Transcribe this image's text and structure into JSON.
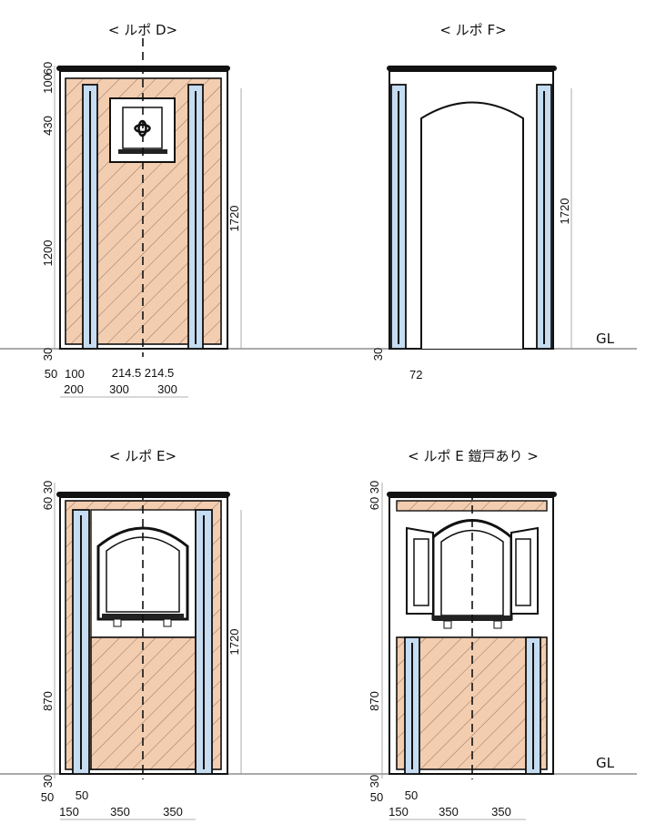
{
  "titles": {
    "d": "< ルポ D>",
    "f": "< ルポ F>",
    "e": "< ルポ E>",
    "e_shutter": "< ルポ E 鎧戸あり >"
  },
  "ground_label": "GL",
  "colors": {
    "panel": "#f3cdb0",
    "column": "#c5dcf1",
    "line": "#111111"
  },
  "dims_d": {
    "left": [
      "60",
      "100",
      "430",
      "1200",
      "30"
    ],
    "right": "1720",
    "bottom_row1": [
      "50",
      "100",
      "214.5",
      "214.5"
    ],
    "bottom_row2": [
      "200",
      "300",
      "300"
    ]
  },
  "dims_f": {
    "right": "1720",
    "left": "30",
    "bottom": "72"
  },
  "dims_e": {
    "left": [
      "30",
      "60",
      "870",
      "30"
    ],
    "right": "1720",
    "bottom_row1": [
      "50",
      "50"
    ],
    "bottom_row2": [
      "150",
      "350",
      "350"
    ]
  },
  "dims_e_shutter": {
    "left": [
      "30",
      "60",
      "870",
      "30"
    ],
    "bottom_row1": [
      "50",
      "50"
    ],
    "bottom_row2": [
      "150",
      "350",
      "350"
    ]
  }
}
